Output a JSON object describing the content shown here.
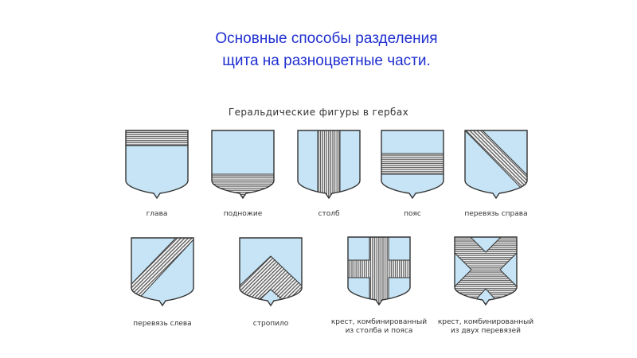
{
  "slide": {
    "title_line1": "Основные способы разделения",
    "title_line2": "щита на разноцветные части."
  },
  "figure": {
    "heading": "Геральдические фигуры в гербах",
    "colors": {
      "field": "#c6e4f5",
      "outline": "#333333",
      "hatch": "#5a5a5a"
    },
    "shields": [
      {
        "id": "glava",
        "caption": "глава",
        "icon": "shield-chief-icon"
      },
      {
        "id": "podnozhie",
        "caption": "подножие",
        "icon": "shield-base-icon"
      },
      {
        "id": "stolb",
        "caption": "столб",
        "icon": "shield-pale-icon"
      },
      {
        "id": "poyas",
        "caption": "пояс",
        "icon": "shield-fess-icon"
      },
      {
        "id": "perevyaz-sprava",
        "caption": "перевязь справа",
        "icon": "shield-bend-icon"
      },
      {
        "id": "perevyaz-sleva",
        "caption": "перевязь слева",
        "icon": "shield-bend-sinister-icon"
      },
      {
        "id": "stropilo",
        "caption": "стропило",
        "icon": "shield-chevron-icon"
      },
      {
        "id": "krest",
        "caption_line1": "крест, комбинированный",
        "caption_line2": "из столба и пояса",
        "icon": "shield-cross-icon"
      },
      {
        "id": "saltire",
        "caption_line1": "крест, комбинированный",
        "caption_line2": "из двух перевязей",
        "icon": "shield-saltire-icon"
      }
    ]
  }
}
